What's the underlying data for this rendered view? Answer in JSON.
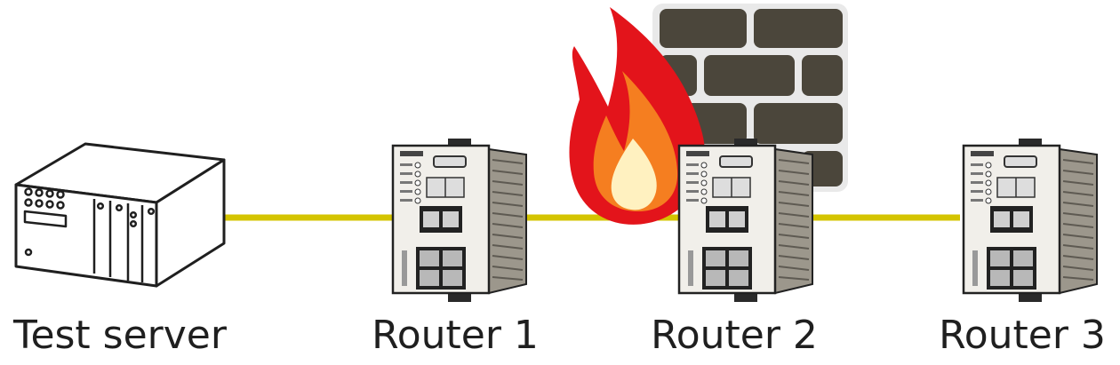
{
  "nodes": [
    {
      "id": "test-server",
      "label": "Test server",
      "kind": "server"
    },
    {
      "id": "router-1",
      "label": "Router 1",
      "kind": "router"
    },
    {
      "id": "router-2",
      "label": "Router 2",
      "kind": "router",
      "behind_firewall": true
    },
    {
      "id": "router-3",
      "label": "Router 3",
      "kind": "router"
    }
  ],
  "links": [
    {
      "from": "test-server",
      "to": "router-1"
    },
    {
      "from": "router-1",
      "to": "router-2"
    },
    {
      "from": "router-2",
      "to": "router-3"
    }
  ],
  "colors": {
    "link": "#d4c400",
    "brick": "#4b463b",
    "mortar": "#e9e9e9",
    "flame_outer": "#e3141b",
    "flame_mid": "#f57e20",
    "flame_inner": "#fff1c0",
    "device_body": "#f1efea",
    "device_fins": "#8f8a80",
    "outline": "#1f1f1f"
  },
  "icons": [
    "server-icon",
    "router-icon",
    "firewall-icon",
    "fire-icon"
  ]
}
